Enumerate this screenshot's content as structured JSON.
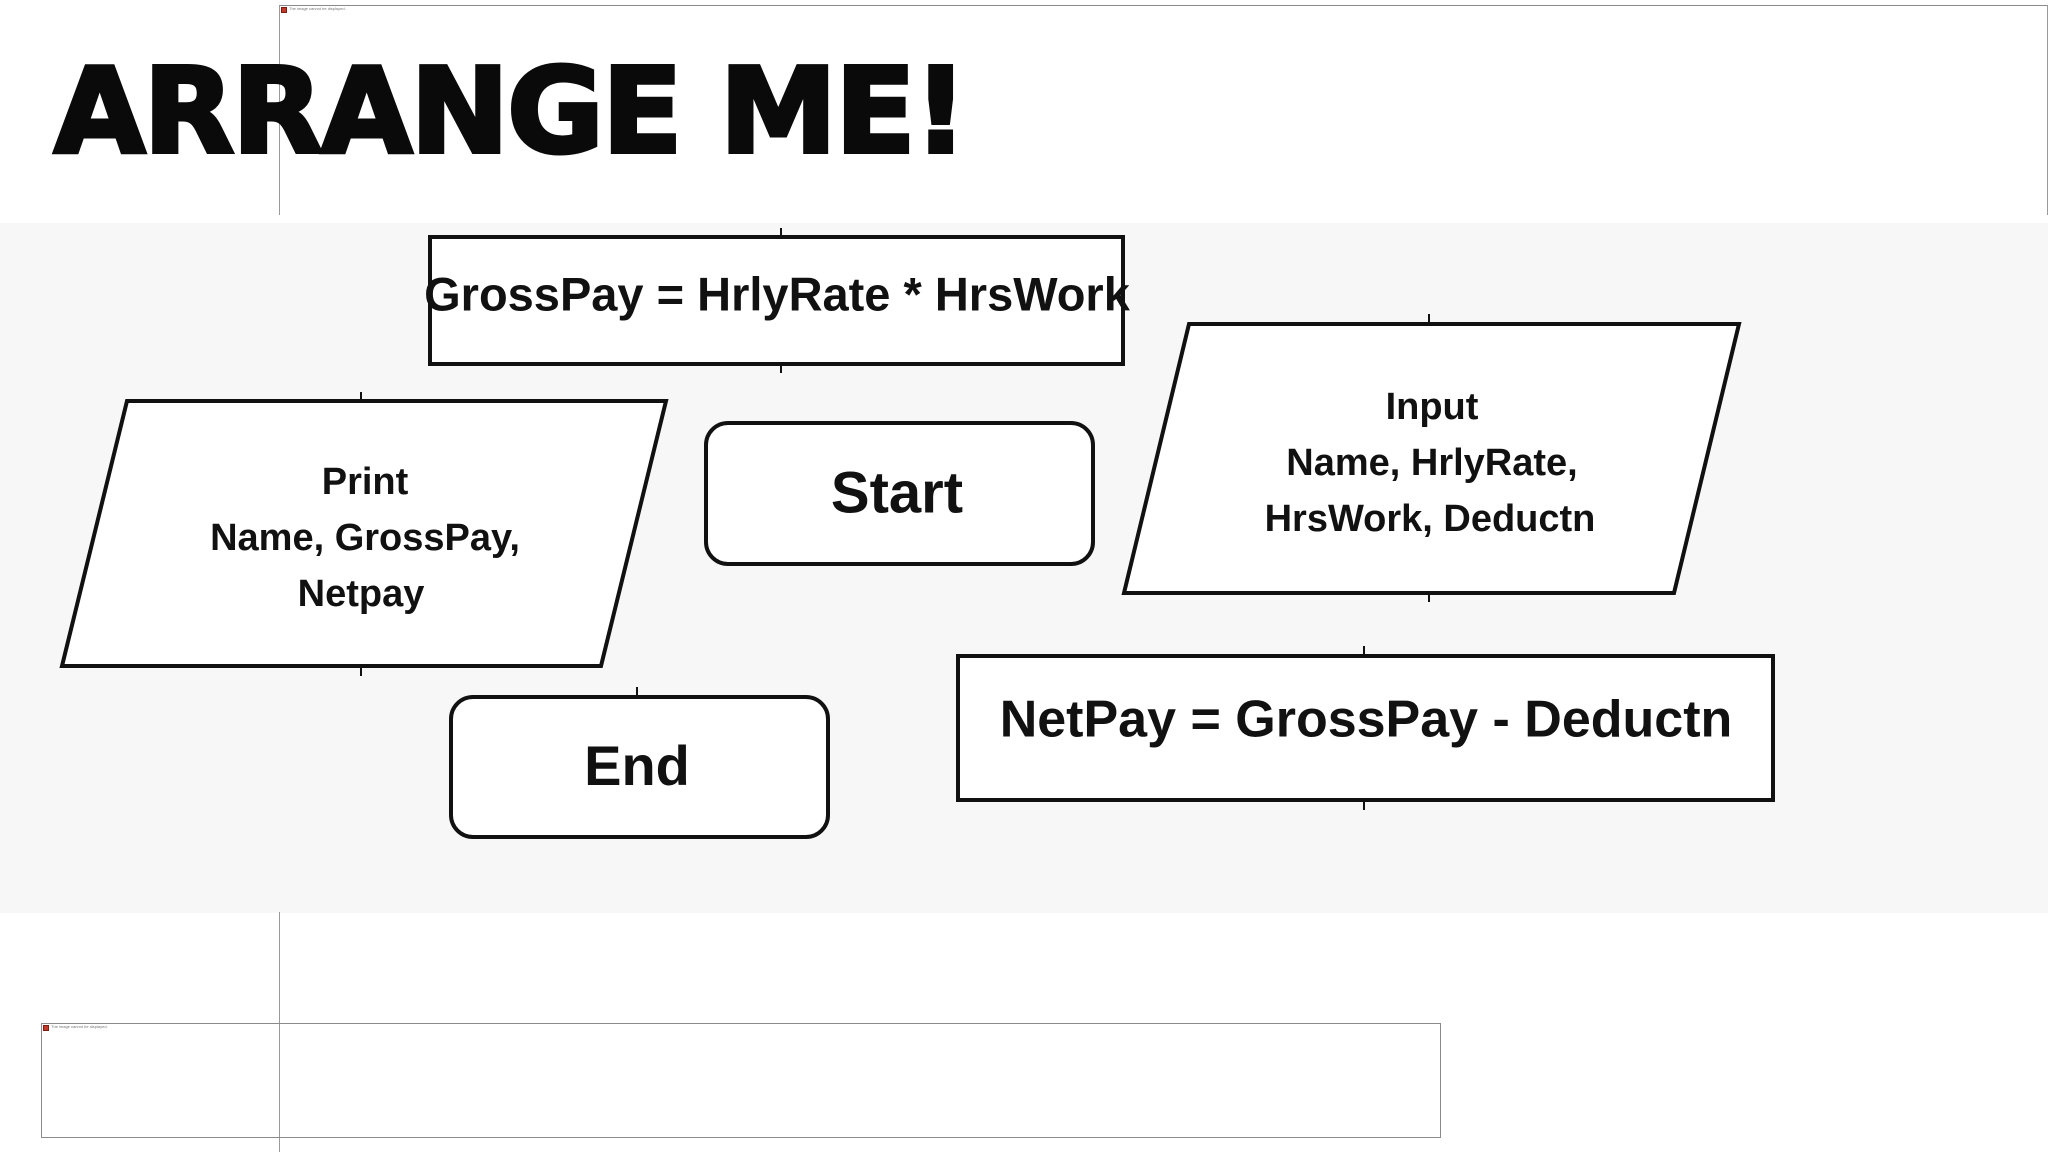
{
  "slide": {
    "title": "ARRANGE ME!"
  },
  "image_placeholders": {
    "top_icon": "broken-image-icon",
    "top_alt": "The image cannot be displayed.",
    "bottom_icon": "broken-image-icon",
    "bottom_alt": "The image cannot be displayed."
  },
  "flowchart": {
    "gross_pay_process": "GrossPay = HrlyRate * HrsWork",
    "print_output": {
      "line1": "Print",
      "line2": "Name, GrossPay,",
      "line3": "Netpay"
    },
    "start_terminal": "Start",
    "input_data": {
      "line1": "Input",
      "line2": "Name, HrlyRate,",
      "line3": "HrsWork, Deductn"
    },
    "end_terminal": "End",
    "net_pay_process": "NetPay = GrossPay - Deductn"
  },
  "colors": {
    "stroke": "#111111",
    "band": "#f7f7f7"
  }
}
